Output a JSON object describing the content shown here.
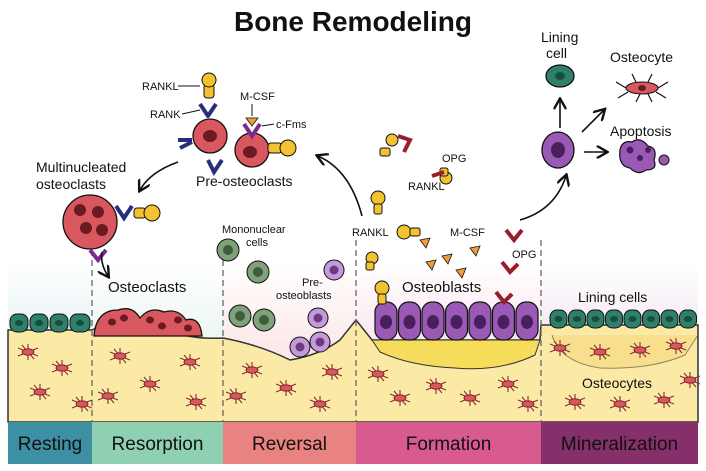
{
  "title": "Bone Remodeling",
  "phases": [
    {
      "label": "Resting",
      "color": "#3d8fa3"
    },
    {
      "label": "Resorption",
      "color": "#8fd0b2"
    },
    {
      "label": "Reversal",
      "color": "#e98381"
    },
    {
      "label": "Formation",
      "color": "#d85a8f"
    },
    {
      "label": "Mineralization",
      "color": "#86306b"
    }
  ],
  "labels": {
    "rankl_top": "RANKL",
    "rank": "RANK",
    "mcsf_top": "M-CSF",
    "cfms": "c-Fms",
    "pre_osteoclasts": "Pre-osteoclasts",
    "multinucleated_line1": "Multinucleated",
    "multinucleated_line2": "osteoclasts",
    "osteoclasts": "Osteoclasts",
    "mononuclear_line1": "Mononuclear",
    "mononuclear_line2": "cells",
    "pre_osteoblasts_line1": "Pre-",
    "pre_osteoblasts_line2": "osteoblasts",
    "rankl_mid": "RANKL",
    "mcsf_mid": "M-CSF",
    "opg_mid": "OPG",
    "osteoblasts": "Osteoblasts",
    "opg_top": "OPG",
    "rankl_opg": "RANKL",
    "lining_cell_line1": "Lining",
    "lining_cell_line2": "cell",
    "osteocyte": "Osteocyte",
    "apoptosis": "Apoptosis",
    "lining_cells": "Lining cells",
    "osteocytes": "Osteocytes"
  },
  "colors": {
    "bone": "#fbeaa6",
    "osteoclast": "#d9585f",
    "osteoblast": "#9b59b6",
    "lining": "#2f7f6a",
    "mononuclear": "#7fa27a",
    "rankl": "#f2c230",
    "receptor": "#26307a",
    "opg": "#9a1d2b",
    "mcsf": "#f39a3c",
    "osteocyte": "#d9585f"
  }
}
